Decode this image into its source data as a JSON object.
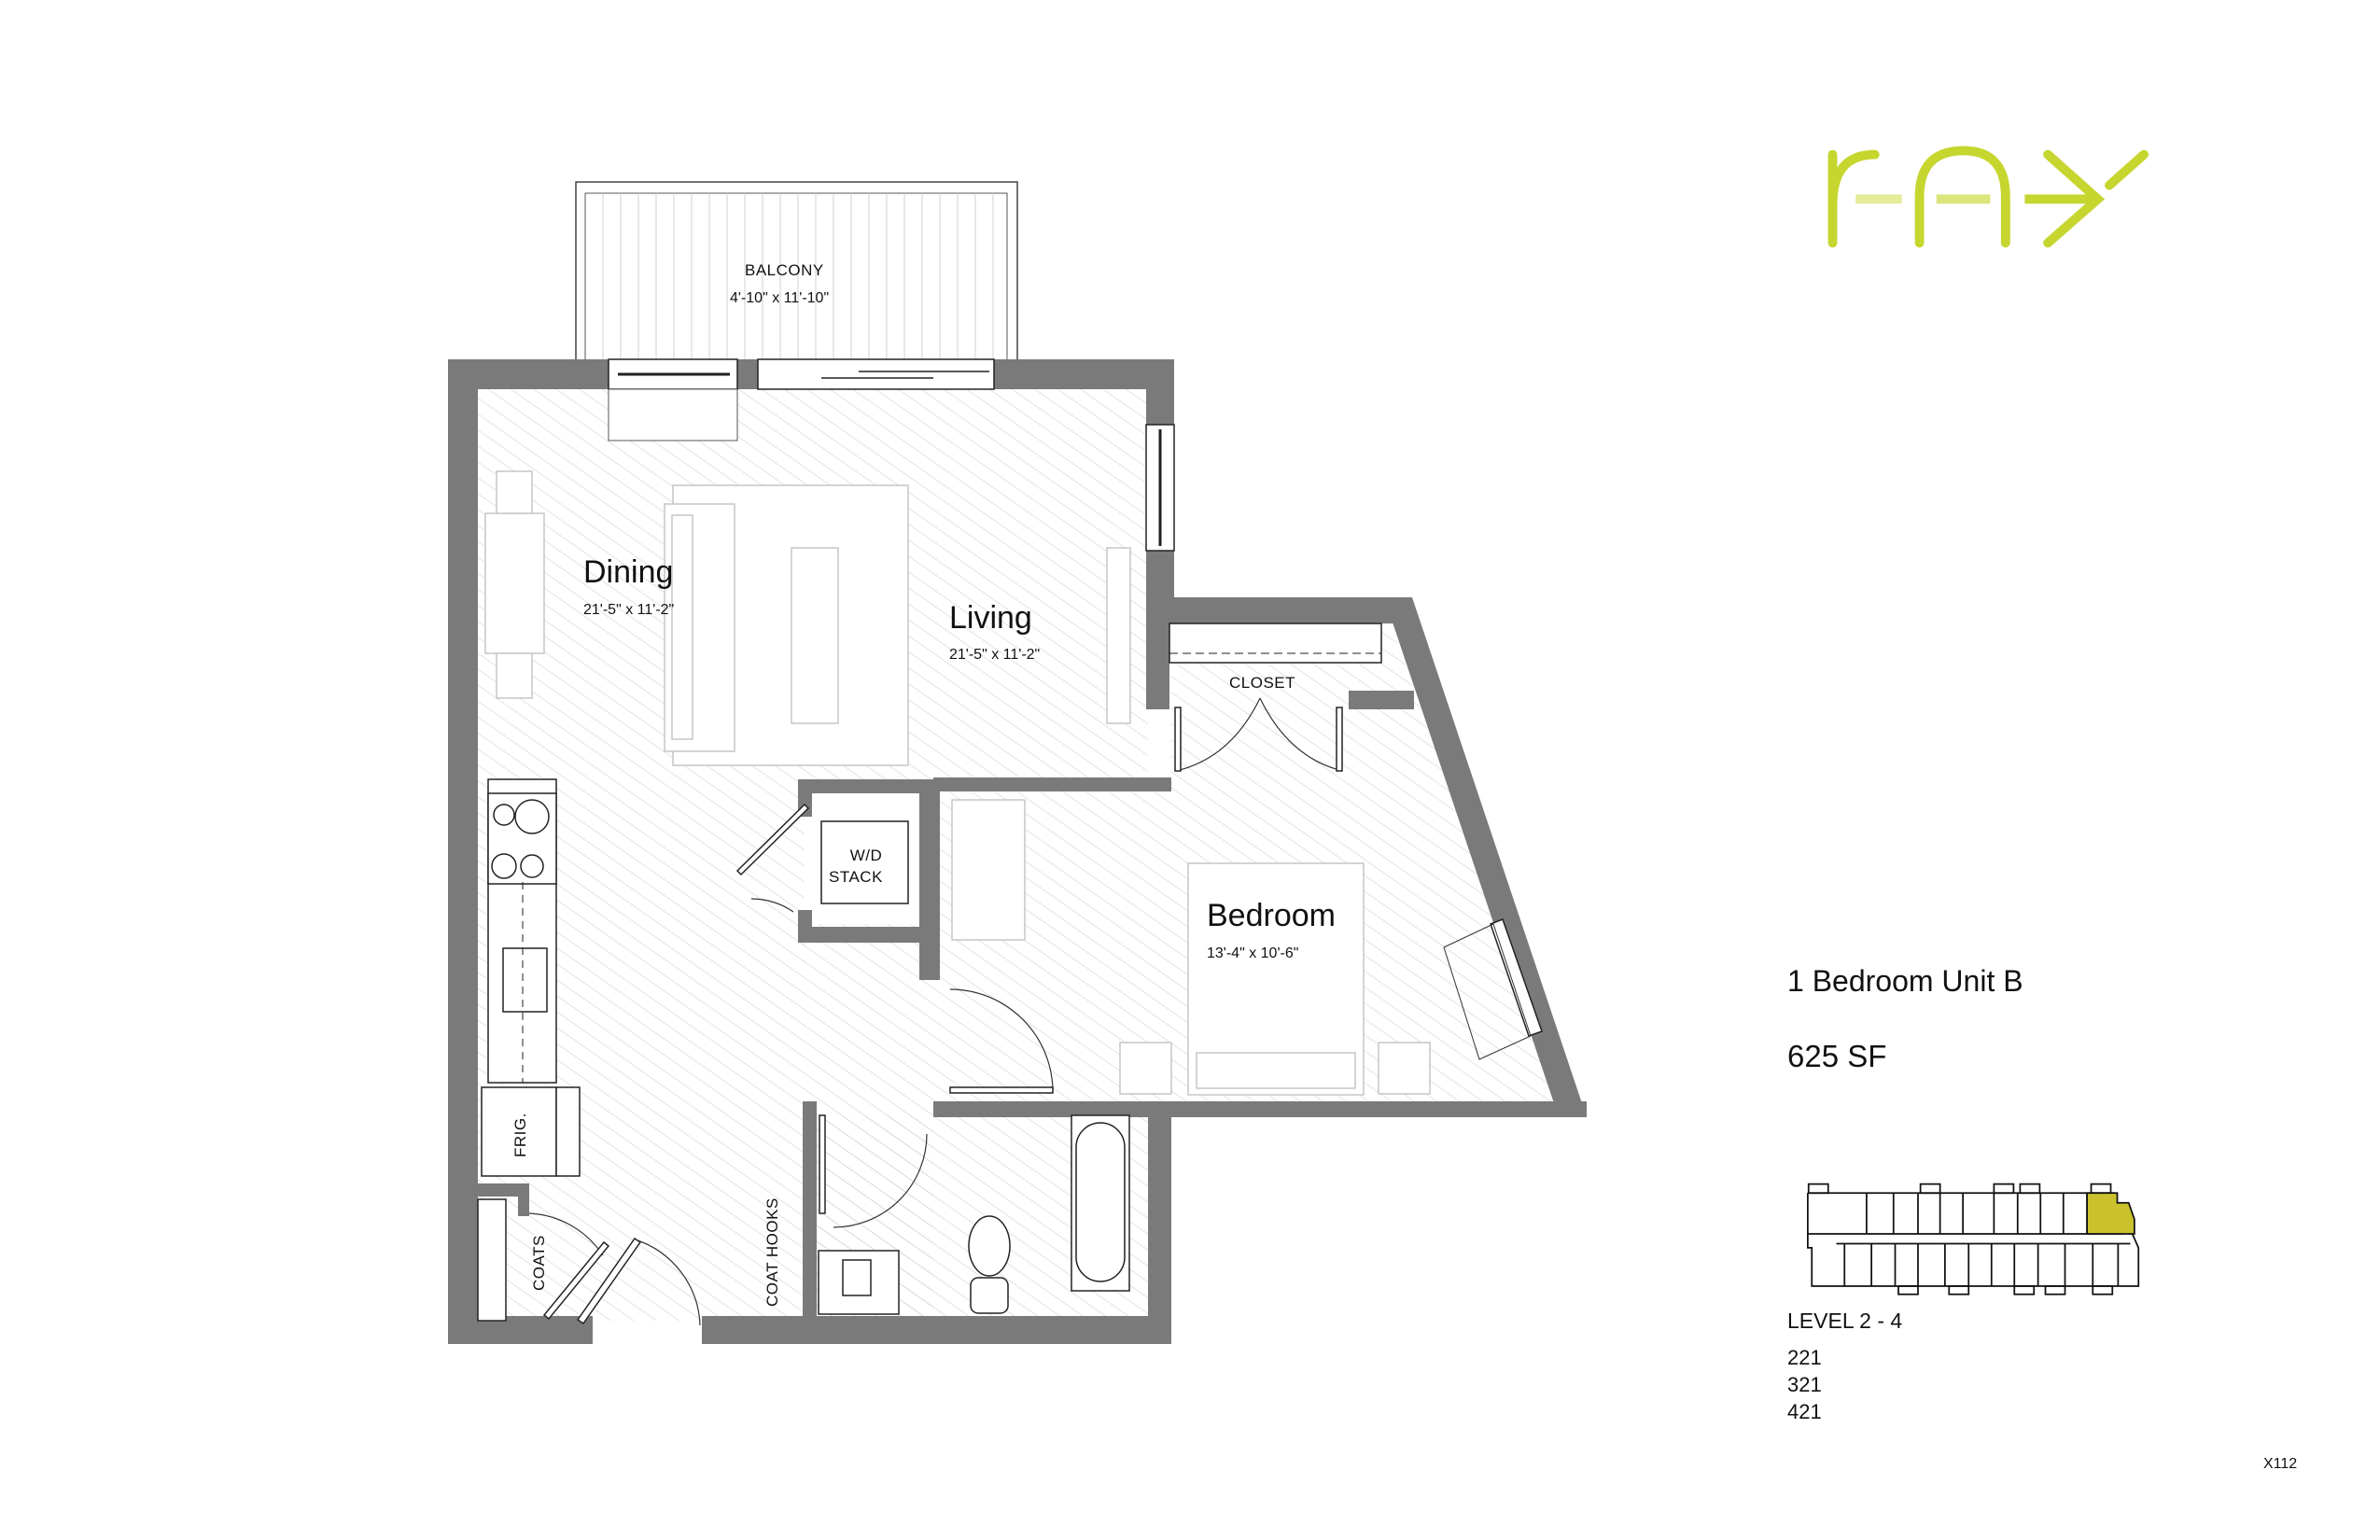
{
  "brand": {
    "logo_text": "ray",
    "accent_color": "#c6d62f"
  },
  "rooms": {
    "balcony": {
      "name": "BALCONY",
      "dims": "4'-10\" x 11'-10\""
    },
    "dining": {
      "name": "Dining",
      "dims": "21'-5\" x 11'-2\""
    },
    "living": {
      "name": "Living",
      "dims": "21'-5\" x 11'-2\""
    },
    "bedroom": {
      "name": "Bedroom",
      "dims": "13'-4\" x 10'-6\""
    },
    "closet": {
      "name": "CLOSET"
    },
    "wd_stack": {
      "line1": "W/D",
      "line2": "STACK"
    },
    "frig": {
      "name": "FRIG."
    },
    "coats": {
      "name": "COATS"
    },
    "coat_hooks": {
      "name": "COAT HOOKS"
    }
  },
  "unit": {
    "title": "1 Bedroom Unit B",
    "square_feet": "625 SF",
    "level_label": "LEVEL 2 - 4",
    "unit_numbers": [
      "221",
      "321",
      "421"
    ],
    "highlight_color": "#c9c22d"
  },
  "sheet_code": "X112",
  "colors": {
    "wall": "#7a7a7a",
    "hatch": "#d6d6d6",
    "furniture": "#c8c8c8",
    "line": "#222222"
  }
}
